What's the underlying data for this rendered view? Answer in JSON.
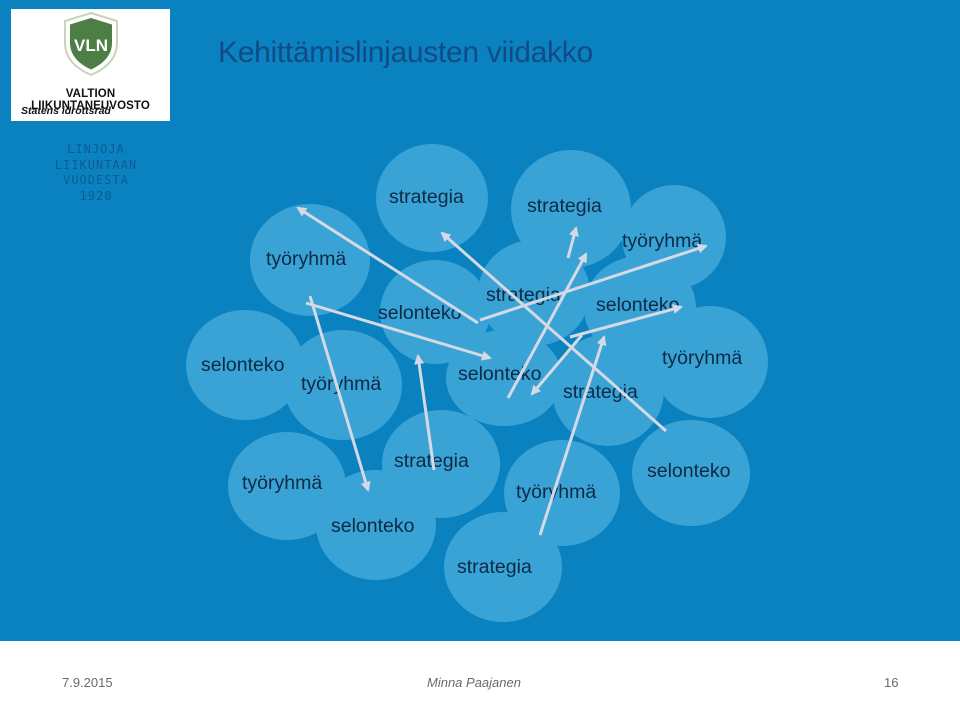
{
  "slide": {
    "title": "Kehittämislinjausten viidakko",
    "logo": {
      "abbr": "VLN",
      "name_fi": "VALTION LIIKUNTANEUVOSTO",
      "name_sv": "Statens idrottsråd"
    },
    "badge_lines": [
      "LINJOJA",
      "LIIKUNTAAN",
      "VUODESTA",
      "1920"
    ],
    "words": [
      "strategia",
      "strategia",
      "työryhmä",
      "työryhmä",
      "selonteko",
      "strategia",
      "selonteko",
      "selonteko",
      "työryhmä",
      "selonteko",
      "strategia",
      "työryhmä",
      "työryhmä",
      "strategia",
      "työryhmä",
      "selonteko",
      "selonteko",
      "strategia"
    ],
    "footer": {
      "date": "7.9.2015",
      "author": "Minna Paajanen",
      "page": "16"
    },
    "colors": {
      "panel": "#0a82c0",
      "bubble": "#3aa3d6",
      "title": "#124a85",
      "word": "#0d2a45",
      "arrow": "#d5d9e6"
    }
  }
}
